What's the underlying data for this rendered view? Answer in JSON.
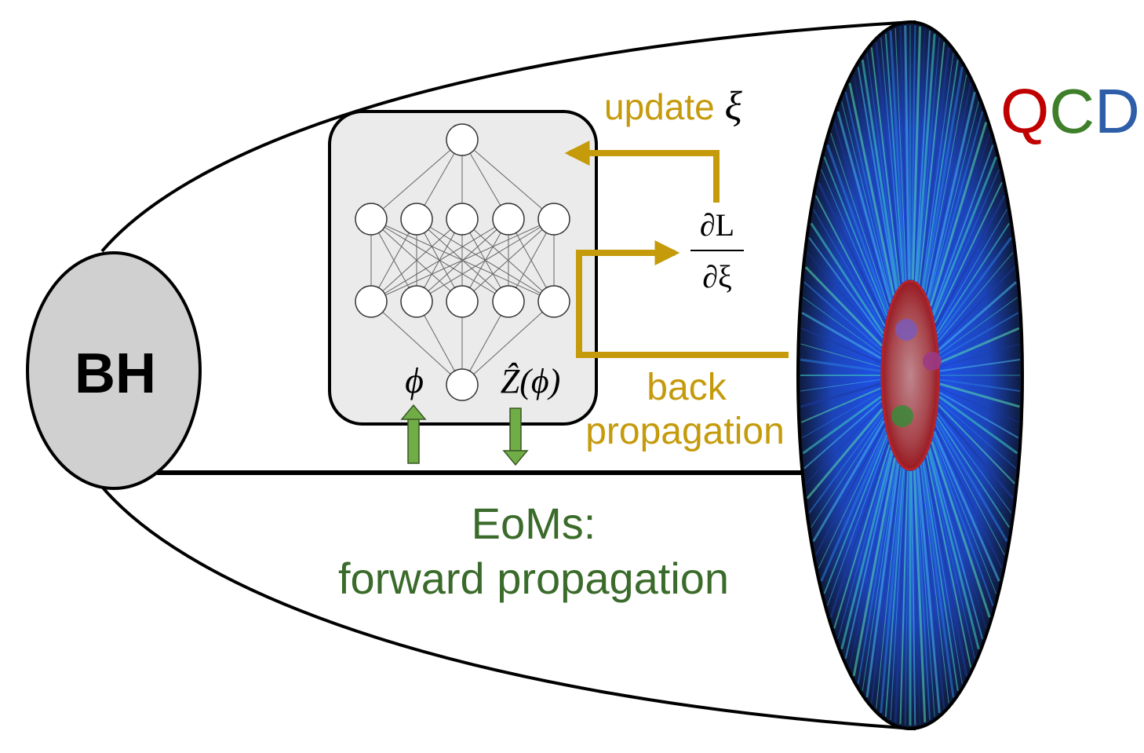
{
  "bh": {
    "label": "BH"
  },
  "qcd": {
    "letters": [
      "Q",
      "C",
      "D"
    ],
    "colors": [
      "#c00000",
      "#3f7f2a",
      "#2e5ea8"
    ]
  },
  "update": {
    "word": "update",
    "symbol": "ξ"
  },
  "gradient": {
    "numerator": "∂L",
    "denominator": "∂ξ"
  },
  "back_propagation": {
    "line1": "back",
    "line2": "propagation"
  },
  "network": {
    "input_label": "ϕ",
    "output_label": "Ẑ(ϕ)",
    "layers": [
      1,
      5,
      5,
      1
    ]
  },
  "eoms": {
    "line1": "EoMs:",
    "line2": "forward propagation"
  },
  "colors": {
    "gold": "#c59a0b",
    "green_text": "#3a6b2a",
    "green_arrow": "#70ad47",
    "bh_fill": "#d0d0d0",
    "panel_fill": "#ebebeb"
  }
}
